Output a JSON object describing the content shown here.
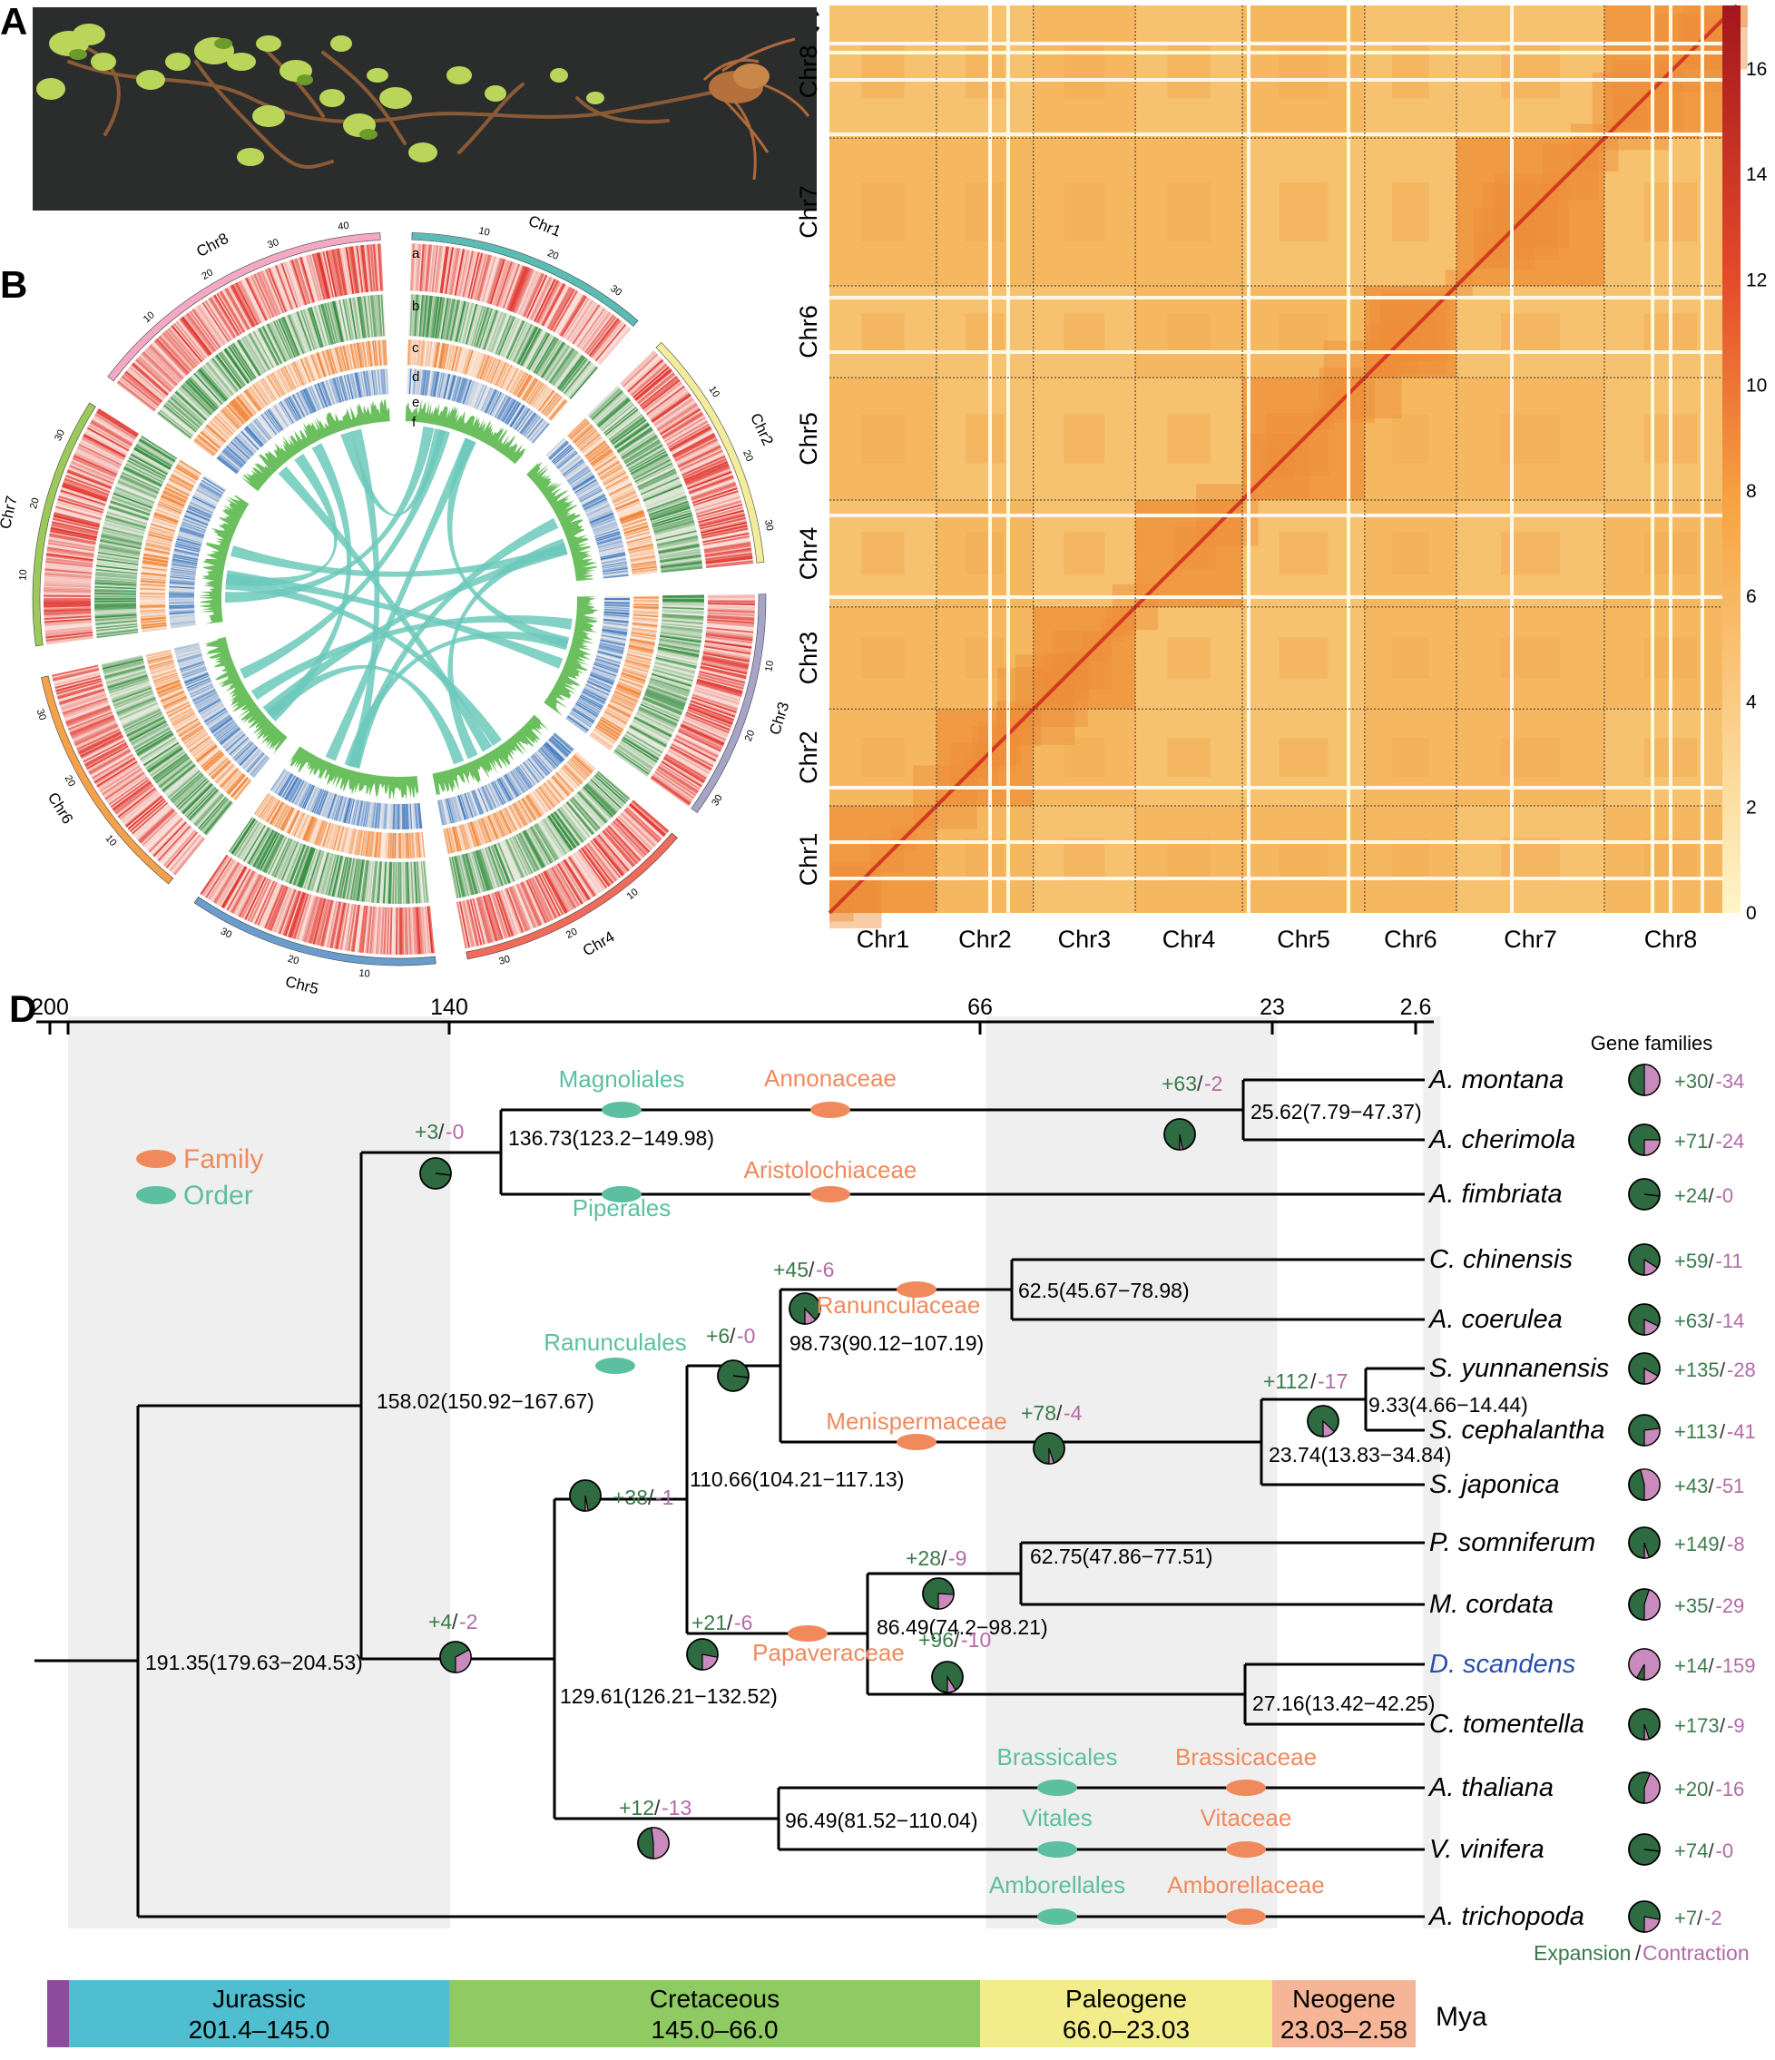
{
  "panels": {
    "a": "A",
    "b": "B",
    "c": "C",
    "d": "D"
  },
  "circos": {
    "chromosomes": [
      {
        "name": "Chr1",
        "ticks": [
          "10",
          "20",
          "30"
        ]
      },
      {
        "name": "Chr2",
        "ticks": [
          "10",
          "20",
          "30"
        ]
      },
      {
        "name": "Chr3",
        "ticks": [
          "10",
          "20",
          "30"
        ]
      },
      {
        "name": "Chr4",
        "ticks": [
          "10",
          "20",
          "30"
        ]
      },
      {
        "name": "Chr5",
        "ticks": [
          "10",
          "20",
          "30"
        ]
      },
      {
        "name": "Chr6",
        "ticks": [
          "10",
          "20",
          "30"
        ]
      },
      {
        "name": "Chr7",
        "ticks": [
          "10",
          "20",
          "30"
        ]
      },
      {
        "name": "Chr8",
        "ticks": [
          "10",
          "20",
          "30",
          "40"
        ]
      }
    ],
    "track_labels": [
      "a",
      "b",
      "c",
      "d",
      "e",
      "f"
    ],
    "colors": {
      "chr": [
        "#5bbcb6",
        "#f3ec9a",
        "#a7a5c7",
        "#ef6b5a",
        "#6a9ccc",
        "#f5a14a",
        "#9dc85a",
        "#f3a8c4"
      ],
      "a": "#e0322a",
      "b": "#2e8b3b",
      "c": "#f07f2d",
      "d": "#3b78c0",
      "e": "#6cbf5f",
      "link": "#6cc9bb"
    }
  },
  "hic": {
    "chr_labels": [
      "Chr1",
      "Chr2",
      "Chr3",
      "Chr4",
      "Chr5",
      "Chr6",
      "Chr7",
      "Chr8"
    ],
    "colorbar_ticks": [
      "0",
      "2",
      "4",
      "6",
      "8",
      "10",
      "12",
      "14",
      "16"
    ],
    "color_low": "#fff5c8",
    "color_mid": "#f7a443",
    "color_high": "#a3161d"
  },
  "tree": {
    "time_ticks": [
      "200",
      "140",
      "66",
      "23",
      "2.6"
    ],
    "legend": {
      "family": "Family",
      "order": "Order"
    },
    "gene_families_title": "Gene families",
    "footer_expansion": "Expansion",
    "footer_slash": "/",
    "footer_contraction": "Contraction",
    "mya": "Mya",
    "periods": [
      {
        "name": "Jurassic",
        "range": "201.4–145.0",
        "color": "#4fbed0"
      },
      {
        "name": "Cretaceous",
        "range": "145.0–66.0",
        "color": "#8fca62"
      },
      {
        "name": "Paleogene",
        "range": "66.0–23.03",
        "color": "#f2ed8a"
      },
      {
        "name": "Neogene",
        "range": "23.03–2.58",
        "color": "#f5b596"
      }
    ],
    "pre_period_color": "#8e4b9e",
    "taxa": [
      {
        "name": "A. montana",
        "exp": "+30",
        "con": "-34",
        "frac": 0.5
      },
      {
        "name": "A. cherimola",
        "exp": "+71",
        "con": "-24",
        "frac": 0.25
      },
      {
        "name": "A. fimbriata",
        "exp": "+24",
        "con": "-0",
        "frac": 0
      },
      {
        "name": "C. chinensis",
        "exp": "+59",
        "con": "-11",
        "frac": 0.16
      },
      {
        "name": "A. coerulea",
        "exp": "+63",
        "con": "-14",
        "frac": 0.18
      },
      {
        "name": "S. yunnanensis",
        "exp": "+135",
        "con": "-28",
        "frac": 0.17
      },
      {
        "name": "S. cephalantha",
        "exp": "+113",
        "con": "-41",
        "frac": 0.27
      },
      {
        "name": "S. japonica",
        "exp": "+43",
        "con": "-51",
        "frac": 0.54
      },
      {
        "name": "P. somniferum",
        "exp": "+149",
        "con": "-8",
        "frac": 0.05
      },
      {
        "name": "M. cordata",
        "exp": "+35",
        "con": "-29",
        "frac": 0.45
      },
      {
        "name": "D. scandens",
        "exp": "+14",
        "con": "-159",
        "frac": 0.92
      },
      {
        "name": "C. tomentella",
        "exp": "+173",
        "con": "-9",
        "frac": 0.05
      },
      {
        "name": "A. thaliana",
        "exp": "+20",
        "con": "-16",
        "frac": 0.44
      },
      {
        "name": "V. vinifera",
        "exp": "+74",
        "con": "-0",
        "frac": 0
      },
      {
        "name": "A. trichopoda",
        "exp": "+7",
        "con": "-2",
        "frac": 0.22
      }
    ],
    "highlight_taxon_color": "#2a4db0",
    "node_ages": [
      "25.62(7.79−47.37)",
      "136.73(123.2−149.98)",
      "62.5(45.67−78.98)",
      "98.73(90.12−107.19)",
      "9.33(4.66−14.44)",
      "23.74(13.83−34.84)",
      "158.02(150.92−167.67)",
      "110.66(104.21−117.13)",
      "62.75(47.86−77.51)",
      "86.49(74.2−98.21)",
      "27.16(13.42−42.25)",
      "129.61(126.21−132.52)",
      "96.49(81.52−110.04)",
      "191.35(179.63−204.53)"
    ],
    "node_changes": [
      {
        "exp": "+63",
        "con": "-2",
        "frac": 0.03
      },
      {
        "exp": "+3",
        "con": "-0",
        "frac": 0
      },
      {
        "exp": "+45",
        "con": "-6",
        "frac": 0.12
      },
      {
        "exp": "+6",
        "con": "-0",
        "frac": 0
      },
      {
        "exp": "+112",
        "con": "-17",
        "frac": 0.13
      },
      {
        "exp": "+78",
        "con": "-4",
        "frac": 0.05
      },
      {
        "exp": "+38",
        "con": "-1",
        "frac": 0.03
      },
      {
        "exp": "+28",
        "con": "-9",
        "frac": 0.24
      },
      {
        "exp": "+21",
        "con": "-6",
        "frac": 0.22
      },
      {
        "exp": "+96",
        "con": "-10",
        "frac": 0.09
      },
      {
        "exp": "+4",
        "con": "-2",
        "frac": 0.33
      },
      {
        "exp": "+12",
        "con": "-13",
        "frac": 0.52
      }
    ],
    "clade_labels": {
      "magnoliales": "Magnoliales",
      "annonaceae": "Annonaceae",
      "piperales": "Piperales",
      "aristolochiaceae": "Aristolochiaceae",
      "ranunculaceae": "Ranunculaceae",
      "menispermaceae": "Menispermaceae",
      "ranunculales": "Ranunculales",
      "papaveraceae": "Papaveraceae",
      "brassicales": "Brassicales",
      "brassicaceae": "Brassicaceae",
      "vitales": "Vitales",
      "vitaceae": "Vitaceae",
      "amborellales": "Amborellales",
      "amborellaceae": "Amborellaceae"
    },
    "colors": {
      "expansion": "#3a7a4a",
      "contraction": "#b36aa8",
      "family": "#f08a5d",
      "order": "#5cbfa0",
      "pie_green": "#2e6b41",
      "pie_pink": "#c98bbd",
      "shade": "#efefef"
    }
  }
}
